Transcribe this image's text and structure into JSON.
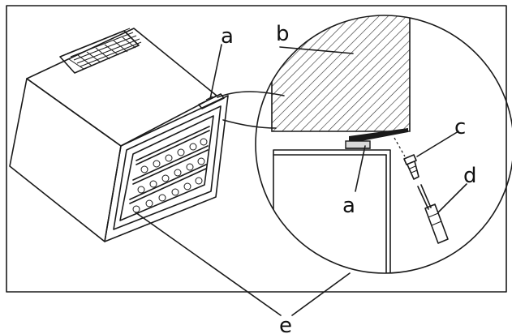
{
  "labels": {
    "a_top": "a",
    "b": "b",
    "c": "c",
    "d": "d",
    "a_detail": "a",
    "e": "e"
  },
  "colors": {
    "ink": "#1a1a1a",
    "background": "#ffffff",
    "hatch": "#2a2a2a",
    "panel_gray": "#d9d9d9"
  }
}
